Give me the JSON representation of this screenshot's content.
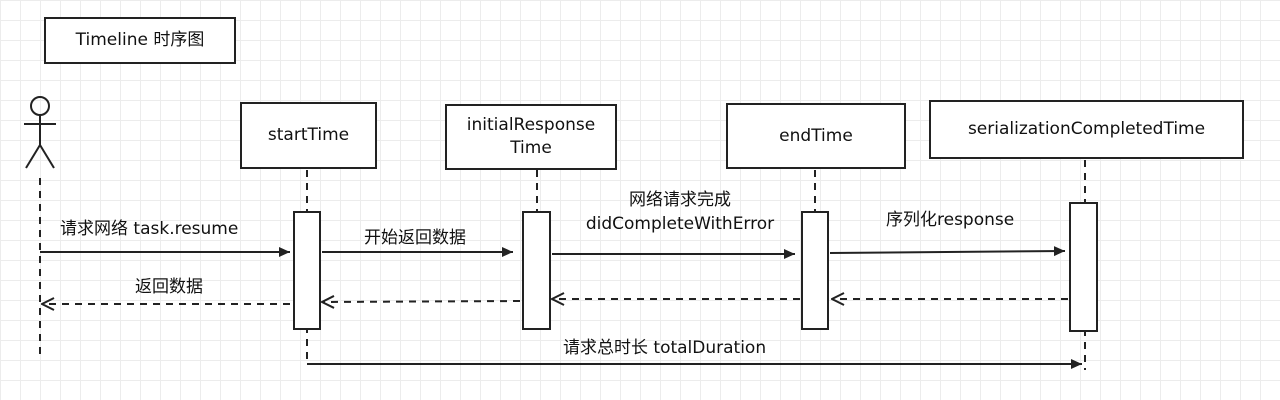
{
  "frame": {
    "title": "Timeline 时序图"
  },
  "participants": [
    {
      "id": "actor",
      "label": ""
    },
    {
      "id": "startTime",
      "label": "startTime"
    },
    {
      "id": "initialResponseTime",
      "label": "initialResponse\nTime"
    },
    {
      "id": "endTime",
      "label": "endTime"
    },
    {
      "id": "serializationCompletedTime",
      "label": "serializationCompletedTime"
    }
  ],
  "messages": [
    {
      "from": "actor",
      "to": "startTime",
      "style": "solid",
      "label": "请求网络 task.resume"
    },
    {
      "from": "startTime",
      "to": "initialResponseTime",
      "style": "solid",
      "label": "开始返回数据"
    },
    {
      "from": "initialResponseTime",
      "to": "endTime",
      "style": "solid",
      "label": "网络请求完成\ndidCompleteWithError"
    },
    {
      "from": "endTime",
      "to": "serializationCompletedTime",
      "style": "solid",
      "label": "序列化response"
    },
    {
      "from": "serializationCompletedTime",
      "to": "endTime",
      "style": "dashed",
      "label": ""
    },
    {
      "from": "endTime",
      "to": "initialResponseTime",
      "style": "dashed",
      "label": ""
    },
    {
      "from": "initialResponseTime",
      "to": "startTime",
      "style": "dashed",
      "label": ""
    },
    {
      "from": "startTime",
      "to": "actor",
      "style": "dashed",
      "label": "返回数据"
    },
    {
      "from": "startTime",
      "to": "serializationCompletedTime",
      "style": "solid",
      "label": "请求总时长 totalDuration"
    }
  ],
  "colors": {
    "line": "#222222",
    "grid": "#ececec",
    "box_fill": "#ffffff"
  }
}
